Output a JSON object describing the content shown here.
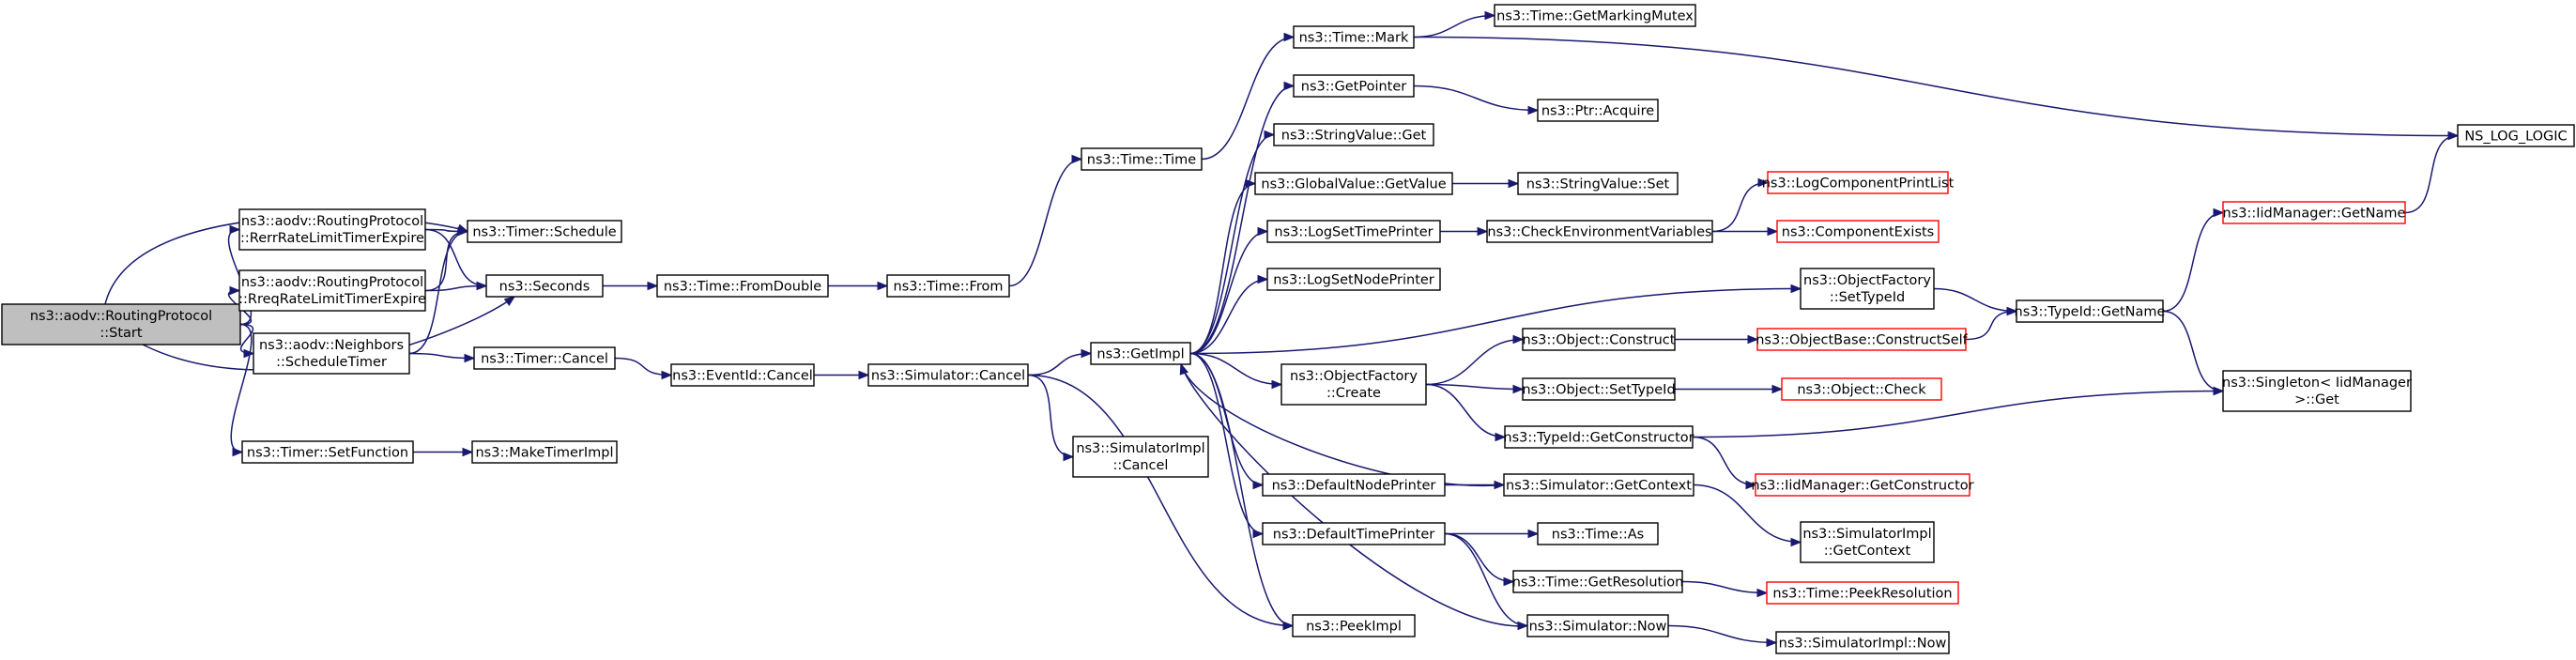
{
  "diagram": {
    "nodes": [
      {
        "id": "start",
        "lines": [
          "ns3::aodv::RoutingProtocol",
          "::Start"
        ],
        "style": "start"
      },
      {
        "id": "rerr",
        "lines": [
          "ns3::aodv::RoutingProtocol",
          "::RerrRateLimitTimerExpire"
        ]
      },
      {
        "id": "rreq",
        "lines": [
          "ns3::aodv::RoutingProtocol",
          "::RreqRateLimitTimerExpire"
        ]
      },
      {
        "id": "neighbors",
        "lines": [
          "ns3::aodv::Neighbors",
          "::ScheduleTimer"
        ]
      },
      {
        "id": "setfunction",
        "lines": [
          "ns3::Timer::SetFunction"
        ]
      },
      {
        "id": "schedule",
        "lines": [
          "ns3::Timer::Schedule"
        ]
      },
      {
        "id": "seconds",
        "lines": [
          "ns3::Seconds"
        ]
      },
      {
        "id": "timercancel",
        "lines": [
          "ns3::Timer::Cancel"
        ]
      },
      {
        "id": "maketimerimpl",
        "lines": [
          "ns3::MakeTimerImpl"
        ]
      },
      {
        "id": "fromdouble",
        "lines": [
          "ns3::Time::FromDouble"
        ]
      },
      {
        "id": "eventidcancel",
        "lines": [
          "ns3::EventId::Cancel"
        ]
      },
      {
        "id": "timefrom",
        "lines": [
          "ns3::Time::From"
        ]
      },
      {
        "id": "simcancel",
        "lines": [
          "ns3::Simulator::Cancel"
        ]
      },
      {
        "id": "timetime",
        "lines": [
          "ns3::Time::Time"
        ]
      },
      {
        "id": "simimplcancel",
        "lines": [
          "ns3::SimulatorImpl",
          "::Cancel"
        ]
      },
      {
        "id": "getimpl",
        "lines": [
          "ns3::GetImpl"
        ]
      },
      {
        "id": "timemark",
        "lines": [
          "ns3::Time::Mark"
        ]
      },
      {
        "id": "getpointer",
        "lines": [
          "ns3::GetPointer"
        ]
      },
      {
        "id": "stringvalueget",
        "lines": [
          "ns3::StringValue::Get"
        ]
      },
      {
        "id": "globalvalueget",
        "lines": [
          "ns3::GlobalValue::GetValue"
        ]
      },
      {
        "id": "logsettimeprinter",
        "lines": [
          "ns3::LogSetTimePrinter"
        ]
      },
      {
        "id": "logsetnodeprinter",
        "lines": [
          "ns3::LogSetNodePrinter"
        ]
      },
      {
        "id": "objfactcreate",
        "lines": [
          "ns3::ObjectFactory",
          "::Create"
        ]
      },
      {
        "id": "defaultnodeprinter",
        "lines": [
          "ns3::DefaultNodePrinter"
        ]
      },
      {
        "id": "defaulttimeprinter",
        "lines": [
          "ns3::DefaultTimePrinter"
        ]
      },
      {
        "id": "peekimpl",
        "lines": [
          "ns3::PeekImpl"
        ]
      },
      {
        "id": "getmarkingmutex",
        "lines": [
          "ns3::Time::GetMarkingMutex"
        ]
      },
      {
        "id": "ptracquire",
        "lines": [
          "ns3::Ptr::Acquire"
        ]
      },
      {
        "id": "stringvalueset",
        "lines": [
          "ns3::StringValue::Set"
        ]
      },
      {
        "id": "checkenv",
        "lines": [
          "ns3::CheckEnvironmentVariables"
        ]
      },
      {
        "id": "objconstruct",
        "lines": [
          "ns3::Object::Construct"
        ]
      },
      {
        "id": "objsettypeid",
        "lines": [
          "ns3::Object::SetTypeId"
        ]
      },
      {
        "id": "typeidgetctor",
        "lines": [
          "ns3::TypeId::GetConstructor"
        ]
      },
      {
        "id": "simgetcontext",
        "lines": [
          "ns3::Simulator::GetContext"
        ]
      },
      {
        "id": "timeas",
        "lines": [
          "ns3::Time::As"
        ]
      },
      {
        "id": "getresolution",
        "lines": [
          "ns3::Time::GetResolution"
        ]
      },
      {
        "id": "simnow",
        "lines": [
          "ns3::Simulator::Now"
        ]
      },
      {
        "id": "logcompprintlist",
        "lines": [
          "ns3::LogComponentPrintList"
        ],
        "style": "red"
      },
      {
        "id": "compexists",
        "lines": [
          "ns3::ComponentExists"
        ],
        "style": "red"
      },
      {
        "id": "objfactsettypeid",
        "lines": [
          "ns3::ObjectFactory",
          "::SetTypeId"
        ]
      },
      {
        "id": "objbaseconstructself",
        "lines": [
          "ns3::ObjectBase::ConstructSelf"
        ],
        "style": "red"
      },
      {
        "id": "objcheck",
        "lines": [
          "ns3::Object::Check"
        ],
        "style": "red"
      },
      {
        "id": "iidgetctor",
        "lines": [
          "ns3::IidManager::GetConstructor"
        ],
        "style": "red"
      },
      {
        "id": "simimplgetcontext",
        "lines": [
          "ns3::SimulatorImpl",
          "::GetContext"
        ]
      },
      {
        "id": "peekresolution",
        "lines": [
          "ns3::Time::PeekResolution"
        ],
        "style": "red"
      },
      {
        "id": "simimplnow",
        "lines": [
          "ns3::SimulatorImpl::Now"
        ]
      },
      {
        "id": "typeidgetname",
        "lines": [
          "ns3::TypeId::GetName"
        ]
      },
      {
        "id": "iidgetname",
        "lines": [
          "ns3::IidManager::GetName"
        ],
        "style": "red"
      },
      {
        "id": "singletonget",
        "lines": [
          "ns3::Singleton< IidManager",
          " >::Get"
        ]
      },
      {
        "id": "nsloglogic",
        "lines": [
          "NS_LOG_LOGIC"
        ]
      }
    ]
  }
}
